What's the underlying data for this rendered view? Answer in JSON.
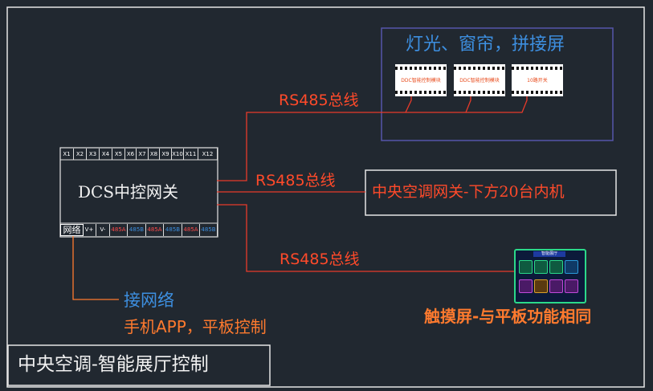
{
  "title": "中央空调-智能展厅控制",
  "gateway": {
    "label": "DCS中控网关",
    "top_ports": [
      "X1",
      "X2",
      "X3",
      "X4",
      "X5",
      "X6",
      "X7",
      "X8",
      "X9",
      "X10",
      "X11",
      "X12"
    ],
    "bottom_ports": [
      {
        "label": "网络",
        "color": "#ffffff"
      },
      {
        "label": "V+",
        "color": "#ffffff"
      },
      {
        "label": "V-",
        "color": "#ffffff"
      },
      {
        "label": "485A",
        "color": "#ff4a4a"
      },
      {
        "label": "485B",
        "color": "#3d8fe0"
      },
      {
        "label": "485A",
        "color": "#ff4a4a"
      },
      {
        "label": "485B",
        "color": "#3d8fe0"
      },
      {
        "label": "485A",
        "color": "#ff4a4a"
      },
      {
        "label": "485B",
        "color": "#3d8fe0"
      }
    ]
  },
  "bus_labels": {
    "top": "RS485总线",
    "middle": "RS485总线",
    "bottom": "RS485总线"
  },
  "lighting_group": {
    "title": "灯光、窗帘，拼接屏",
    "modules": [
      "DDC智能控制模块",
      "DDC智能控制模块",
      "10路开关"
    ]
  },
  "ac_gateway": "中央空调网关-下方20台内机",
  "network": {
    "line1": "接网络",
    "line2": "手机APP，平板控制"
  },
  "touchscreen": {
    "header": "智能展厅",
    "label": "触摸屏-与平板功能相同"
  },
  "colors": {
    "background": "#212830",
    "line": "#e83a2a",
    "network_line": "#ff7a2e",
    "frame": "#5555aa"
  }
}
